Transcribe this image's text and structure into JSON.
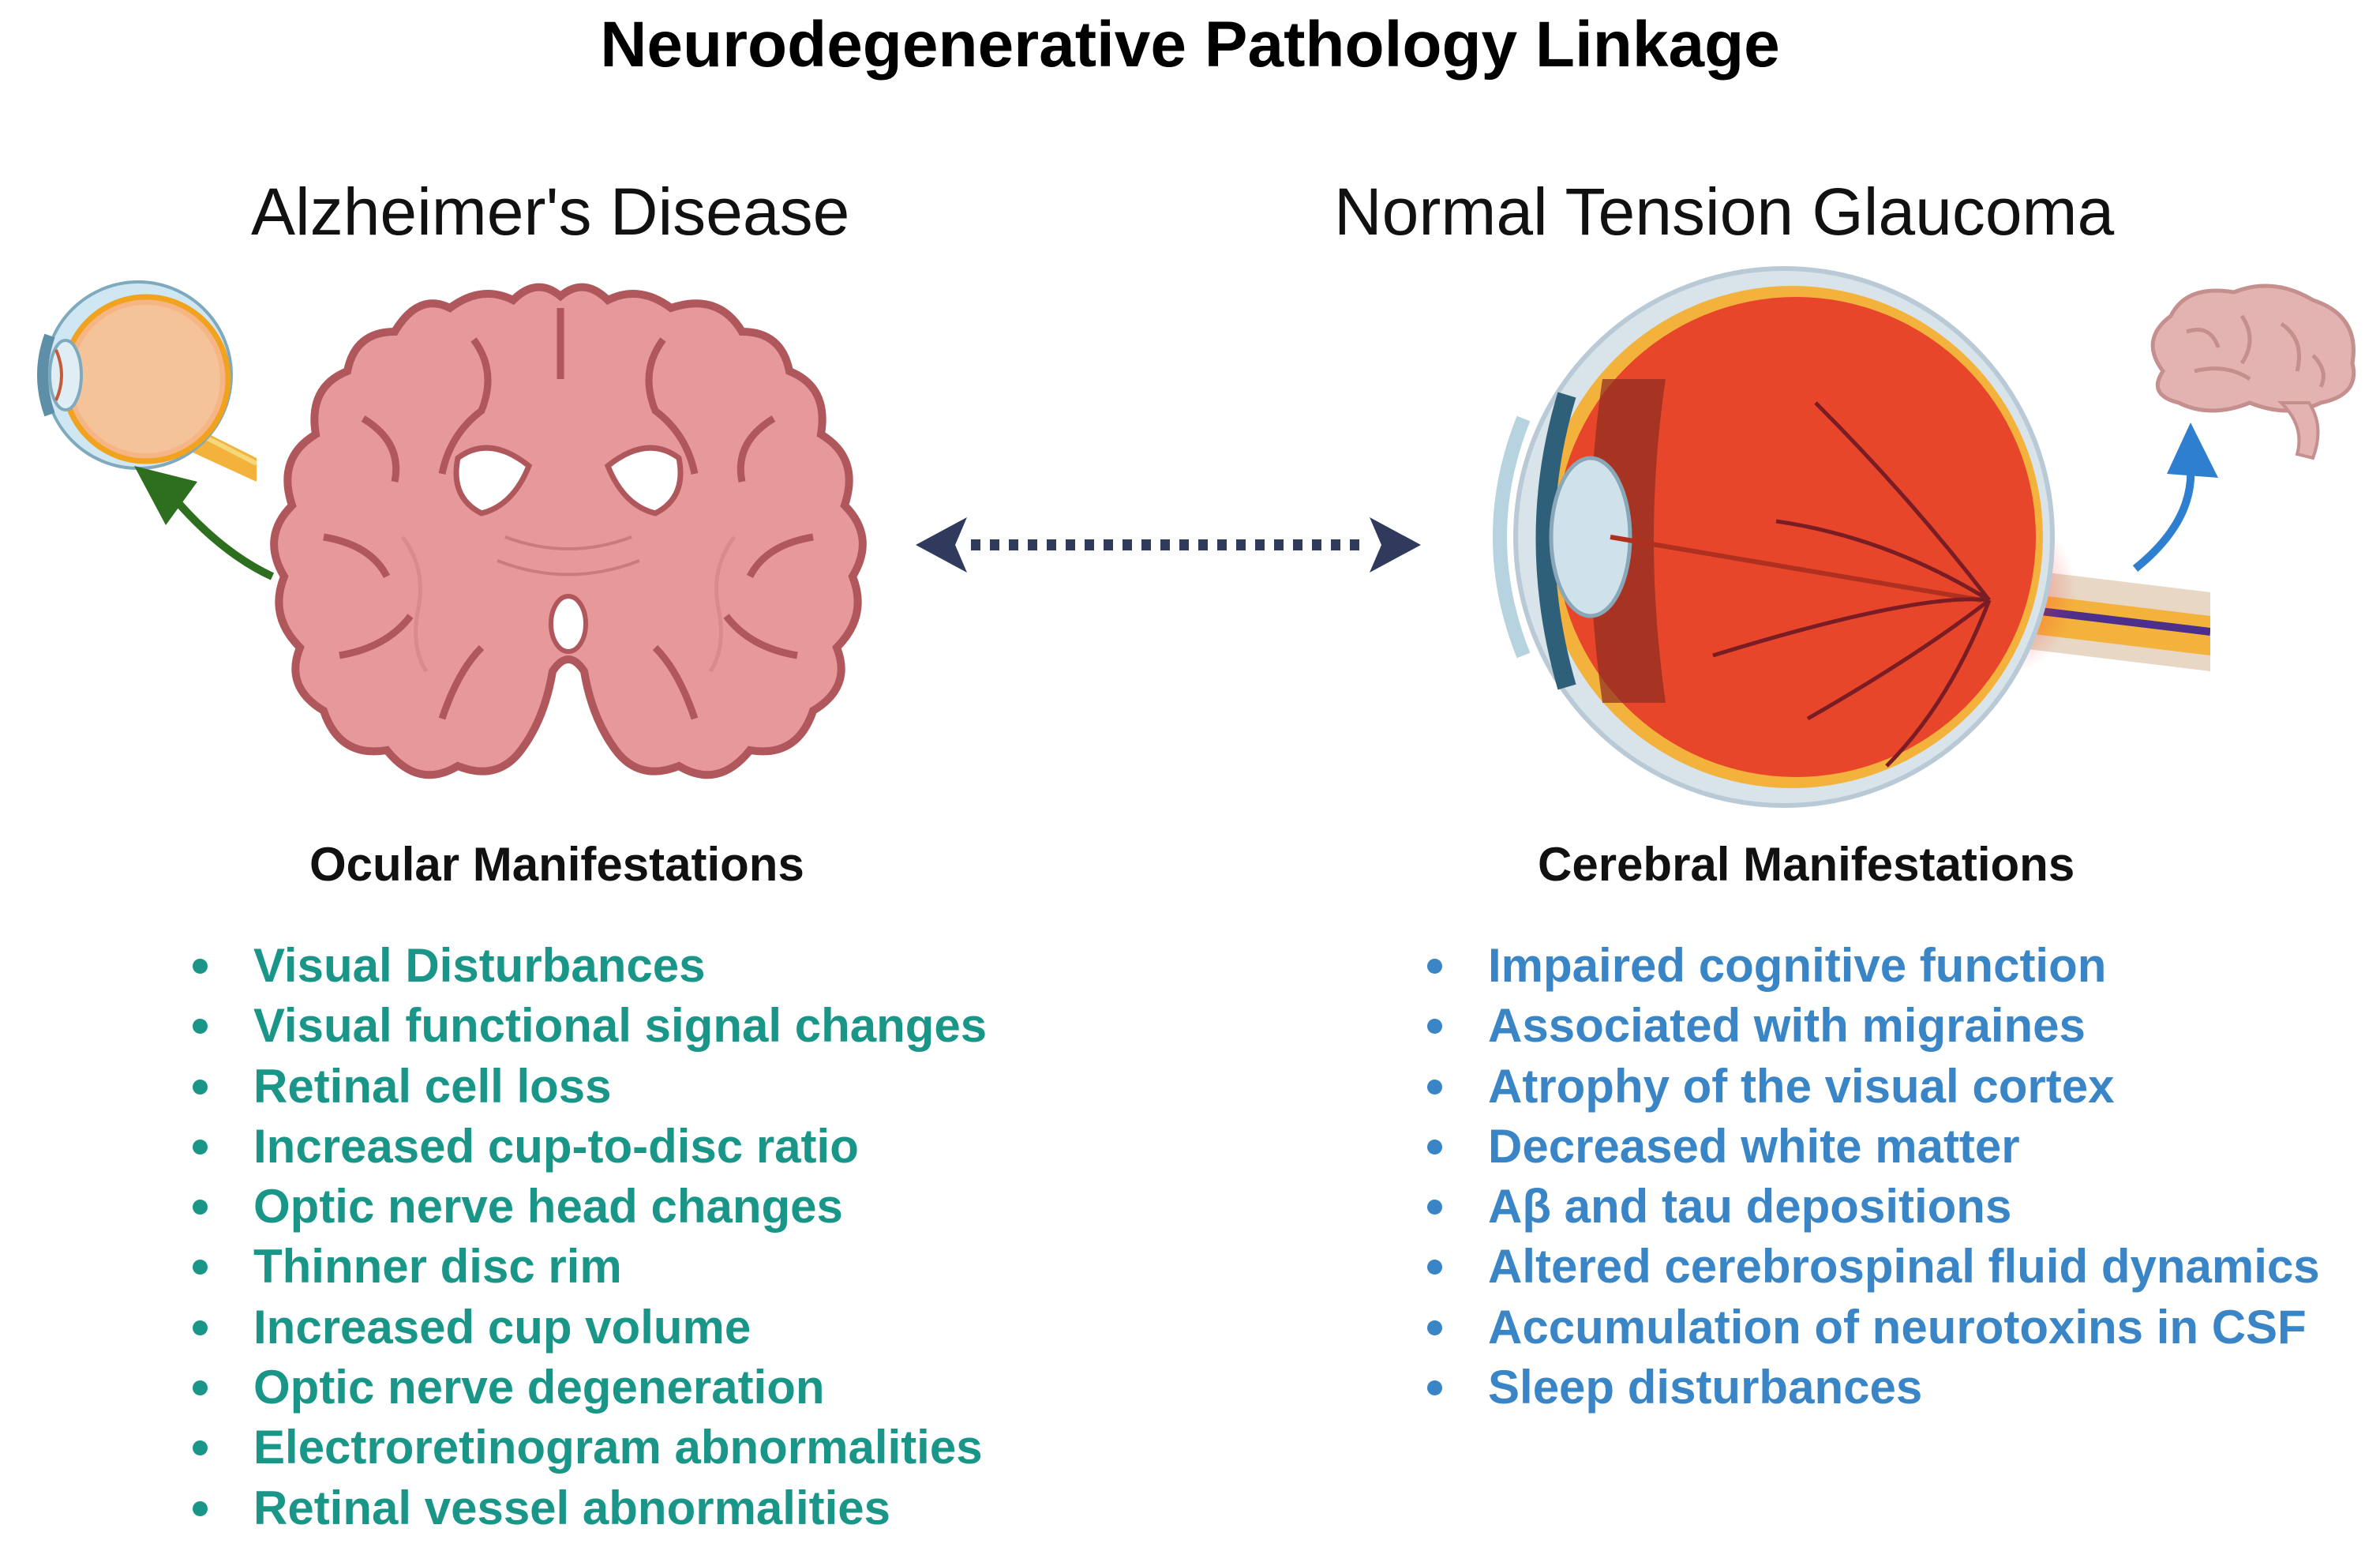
{
  "title": "Neurodegenerative Pathology Linkage",
  "left": {
    "disease": "Alzheimer's Disease",
    "heading": "Ocular Manifestations",
    "items": [
      "Visual Disturbances",
      "Visual functional signal changes",
      "Retinal cell loss",
      "Increased cup-to-disc ratio",
      "Optic nerve head changes",
      "Thinner disc rim",
      "Increased cup volume",
      "Optic nerve degeneration",
      "Electroretinogram abnormalities",
      "Retinal vessel abnormalities"
    ]
  },
  "right": {
    "disease": "Normal Tension Glaucoma",
    "heading": "Cerebral Manifestations",
    "items": [
      "Impaired cognitive function",
      "Associated with migraines",
      "Atrophy of the visual cortex",
      "Decreased white matter",
      "Aβ and tau depositions",
      "Altered cerebrospinal fluid dynamics",
      "Accumulation of neurotoxins in CSF",
      "Sleep disturbances"
    ]
  },
  "colors": {
    "ocular_text": "#1a9689",
    "cerebral_text": "#3a85c6",
    "green_arrow": "#2e6e1f",
    "blue_arrow": "#2f7fd0",
    "double_arrow": "#2f3a5c",
    "brain_tissue": "#e7999a",
    "brain_outline": "#b0575c",
    "eye_red": "#e8462b"
  },
  "icons": [
    "small-eye-icon",
    "coronal-brain-section-icon",
    "eyeball-cross-section-icon",
    "small-brain-icon"
  ]
}
